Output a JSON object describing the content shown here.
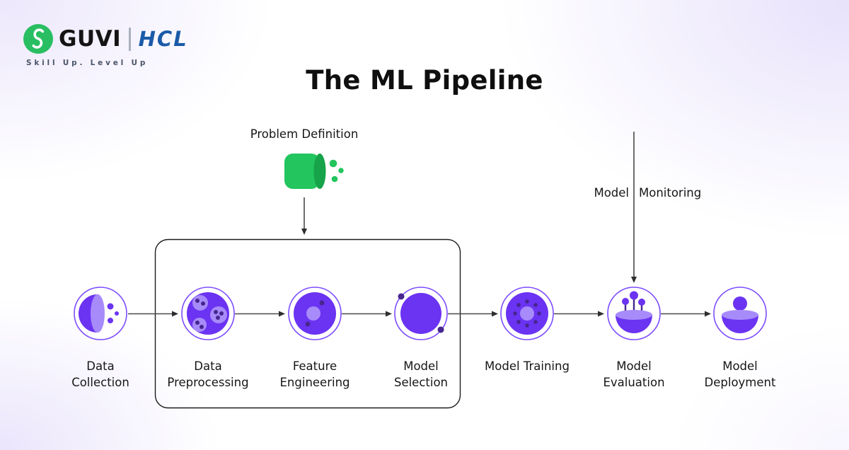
{
  "title": "The ML Pipeline",
  "brand": {
    "guvi": "GUVI",
    "hcl": "HCL",
    "tagline": "Skill Up. Level Up"
  },
  "annotations": {
    "problem_definition": "Problem Definition",
    "monitoring_left": "Model",
    "monitoring_right": "Monitoring"
  },
  "stages": [
    {
      "id": "data-collection",
      "line1": "Data",
      "line2": "Collection"
    },
    {
      "id": "data-preprocessing",
      "line1": "Data",
      "line2": "Preprocessing"
    },
    {
      "id": "feature-engineering",
      "line1": "Feature",
      "line2": "Engineering"
    },
    {
      "id": "model-selection",
      "line1": "Model",
      "line2": "Selection"
    },
    {
      "id": "model-training",
      "line1": "Model Training",
      "line2": ""
    },
    {
      "id": "model-evaluation",
      "line1": "Model",
      "line2": "Evaluation"
    },
    {
      "id": "model-deployment",
      "line1": "Model",
      "line2": "Deployment"
    }
  ],
  "colors": {
    "purple": "#6B33F2",
    "lavender": "#A78BFA",
    "darkpurple": "#47268F",
    "ring": "#7C4DFF",
    "green": "#22C55E",
    "darkgreen": "#17A34A",
    "line": "#4A4A4A",
    "box": "#1C1C1C",
    "text": "#161616",
    "hclblue": "#1A5AA8",
    "guvigreen": "#29BE62",
    "tagline_gray": "#4A5568"
  }
}
